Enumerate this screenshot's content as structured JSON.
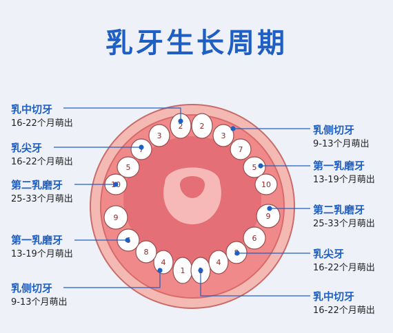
{
  "title": "乳牙生长周期",
  "colors": {
    "title": "#1f5fc4",
    "outer_ring": "#f3b9b2",
    "gum": "#f08a8a",
    "palate": "#e56f76",
    "tongue": "#f7b9b7",
    "tooth": "#ffffff",
    "tooth_number": "#8b2a2a",
    "leader_line": "#1f5fc4"
  },
  "labels": {
    "left": [
      {
        "name": "乳中切牙",
        "time": "16-22个月萌出"
      },
      {
        "name": "乳尖牙",
        "time": "16-22个月萌出"
      },
      {
        "name": "第二乳磨牙",
        "time": "25-33个月萌出"
      },
      {
        "name": "第一乳磨牙",
        "time": "13-19个月萌出"
      },
      {
        "name": "乳侧切牙",
        "time": "9-13个月萌出"
      }
    ],
    "right": [
      {
        "name": "乳侧切牙",
        "time": "9-13个月萌出"
      },
      {
        "name": "第一乳磨牙",
        "time": "13-19个月萌出"
      },
      {
        "name": "第二乳磨牙",
        "time": "25-33个月萌出"
      },
      {
        "name": "乳尖牙",
        "time": "16-22个月萌出"
      },
      {
        "name": "乳中切牙",
        "time": "16-22个月萌出"
      }
    ]
  },
  "teeth": {
    "upper": [
      "2",
      "3",
      "7",
      "5",
      "10",
      "2",
      "3",
      "7",
      "5",
      "10"
    ],
    "lower": [
      "1",
      "4",
      "8",
      "6",
      "9",
      "1",
      "4",
      "8",
      "6",
      "9"
    ]
  }
}
